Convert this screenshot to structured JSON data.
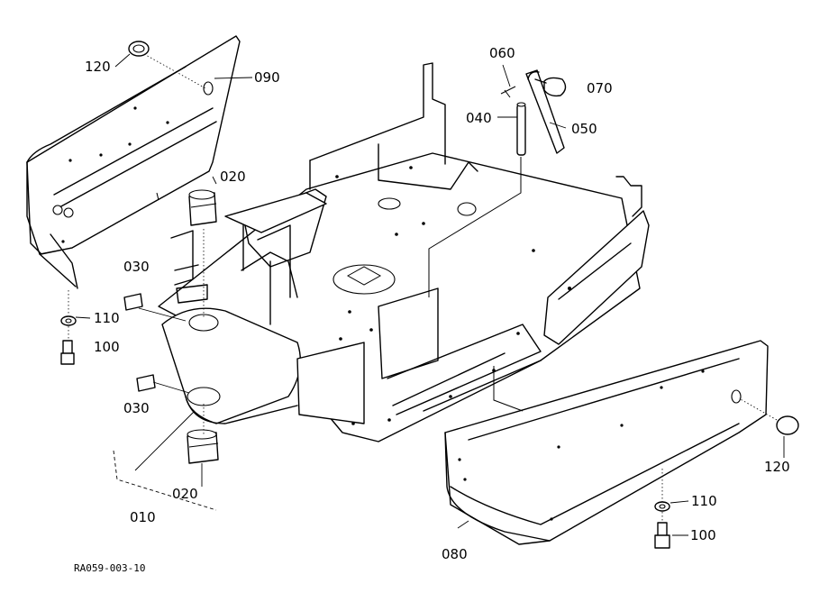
{
  "diagram": {
    "drawing_code": "RA059-003-10",
    "callouts": {
      "c010": "010",
      "c020_top": "020",
      "c020_bottom": "020",
      "c030_top": "030",
      "c030_bottom": "030",
      "c040": "040",
      "c050": "050",
      "c060": "060",
      "c070": "070",
      "c080": "080",
      "c090": "090",
      "c100_left": "100",
      "c100_right": "100",
      "c110_left": "110",
      "c110_right": "110",
      "c120_left": "120",
      "c120_right": "120"
    }
  }
}
